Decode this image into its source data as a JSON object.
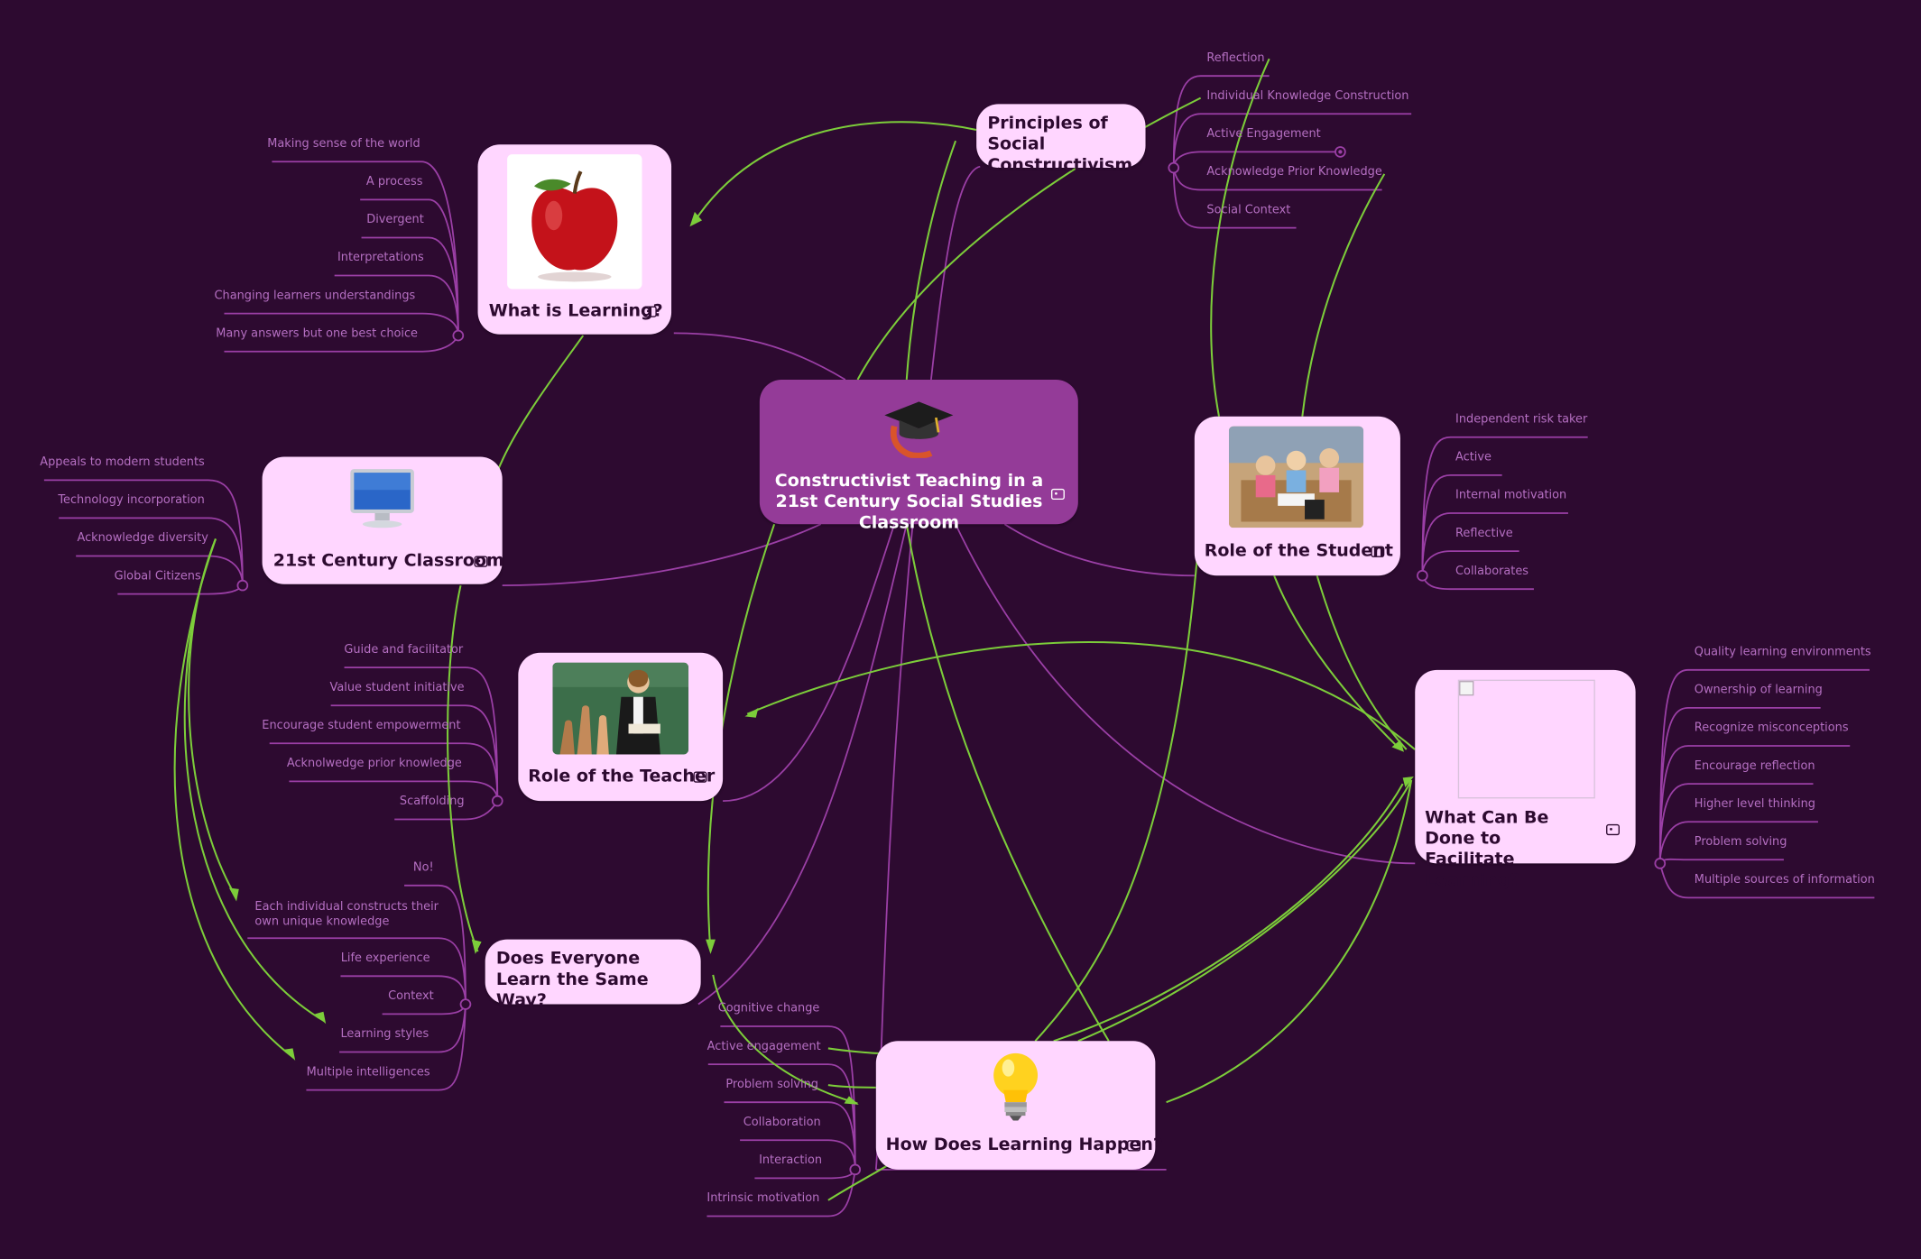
{
  "map": {
    "root": {
      "title": "Constructivist Teaching in a 21st Century Social Studies Classroom",
      "icon": "graduation-cap-icon"
    },
    "principles": {
      "title": "Principles of Social Constructivism",
      "items": [
        "Reflection",
        "Individual Knowledge Construction",
        "Active Engagement",
        "Acknowledge Prior Knowledge",
        "Social Context"
      ]
    },
    "learning": {
      "title": "What is Learning?",
      "image": "red-apple-image",
      "items": [
        "Making sense of the world",
        "A process",
        "Divergent",
        "Interpretations",
        "Changing learners understandings",
        "Many answers but one best choice"
      ]
    },
    "classroom": {
      "title": "21st Century Classroom",
      "image": "computer-monitor-image",
      "items": [
        "Appeals to modern students",
        "Technology incorporation",
        "Acknowledge diversity",
        "Global Citizens"
      ]
    },
    "student": {
      "title": "Role of the Student",
      "image": "students-at-desk-photo",
      "items": [
        "Independent risk taker",
        "Active",
        "Internal motivation",
        "Reflective",
        "Collaborates"
      ]
    },
    "teacher": {
      "title": "Role of the Teacher",
      "image": "teacher-in-classroom-photo",
      "items": [
        "Guide and facilitator",
        "Value student initiative",
        "Encourage student empowerment",
        "Acknolwedge prior knowledge",
        "Scaffolding"
      ]
    },
    "facilitate": {
      "title": "What Can Be Done to Facilitate Learning?",
      "image": "broken-image",
      "items": [
        "Quality learning environments",
        "Ownership of learning",
        "Recognize misconceptions",
        "Encourage reflection",
        "Higher level thinking",
        "Problem solving",
        "Multiple sources of information"
      ]
    },
    "everyone": {
      "title": "Does Everyone Learn the Same Way?",
      "items": [
        "No!",
        "Each individual constructs their own unique knowledge",
        "Life experience",
        "Context",
        "Learning styles",
        "Multiple intelligences"
      ]
    },
    "happen": {
      "title": "How Does Learning Happen?",
      "image": "light-bulb-image",
      "items": [
        "Cognitive change",
        "Active engagement",
        "Problem solving",
        "Collaboration",
        "Interaction",
        "Intrinsic motivation"
      ]
    }
  },
  "colors": {
    "background": "#2d0a30",
    "node": "#ffd6ff",
    "root": "#943b98",
    "branch": "#9b3fa6",
    "leaf_text": "#b56fc2",
    "relation": "#7ccd3a"
  }
}
